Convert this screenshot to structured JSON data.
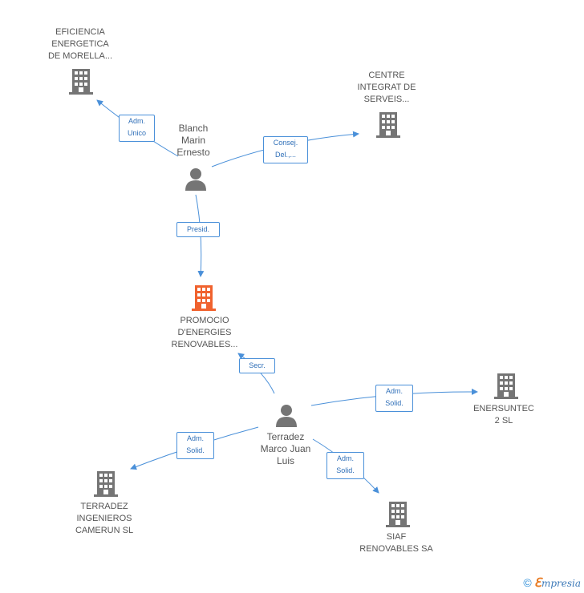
{
  "colors": {
    "edge": "#4a90d9",
    "building": "#757575",
    "building_focus": "#f0622e",
    "person": "#757575",
    "label": "#555555"
  },
  "nodes": {
    "eficiencia": {
      "label": "EFICIENCIA\nENERGETICA\nDE MORELLA...",
      "icon": "building-icon"
    },
    "centre": {
      "label": "CENTRE\nINTEGRAT DE\nSERVEIS...",
      "icon": "building-icon"
    },
    "blanch": {
      "label": "Blanch\nMarin\nErnesto",
      "icon": "person-icon"
    },
    "promocio": {
      "label": "PROMOCIO\nD'ENERGIES\nRENOVABLES...",
      "icon": "building-icon"
    },
    "terradez_person": {
      "label": "Terradez\nMarco Juan\nLuis",
      "icon": "person-icon"
    },
    "enersuntec": {
      "label": "ENERSUNTEC\n2 SL",
      "icon": "building-icon"
    },
    "terradez_ing": {
      "label": "TERRADEZ\nINGENIEROS\nCAMERUN SL",
      "icon": "building-icon"
    },
    "siaf": {
      "label": "SIAF\nRENOVABLES SA",
      "icon": "building-icon"
    }
  },
  "edges": {
    "adm_unico": "Adm.\nUnico",
    "consej": "Consej.\nDel.,...",
    "presid": "Presid.",
    "secr": "Secr.",
    "adm_solid_ener": "Adm.\nSolid.",
    "adm_solid_terr": "Adm.\nSolid.",
    "adm_solid_siaf": "Adm.\nSolid."
  },
  "footer": {
    "copyright": "©",
    "brand_first": "ℇ",
    "brand_rest": "mpresia"
  }
}
